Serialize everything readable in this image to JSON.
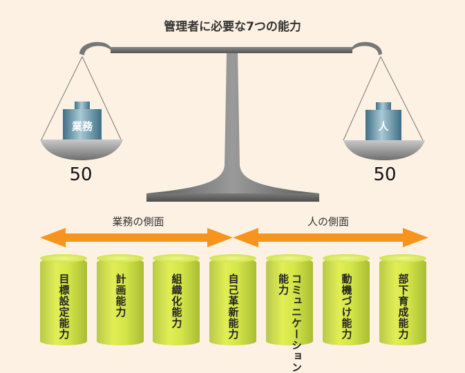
{
  "title": "管理者に必要な7つの能力",
  "left_weight": {
    "label": "業務",
    "score": "50"
  },
  "right_weight": {
    "label": "人",
    "score": "50"
  },
  "left_side_label": "業務の側面",
  "right_side_label": "人の側面",
  "abilities": [
    {
      "lines": [
        "目標設定能力"
      ]
    },
    {
      "lines": [
        "計画能力"
      ]
    },
    {
      "lines": [
        "組織化能力"
      ]
    },
    {
      "lines": [
        "自己革新能力"
      ]
    },
    {
      "lines": [
        "コミュニケーション",
        "能力"
      ]
    },
    {
      "lines": [
        "動機づけ能力"
      ]
    },
    {
      "lines": [
        "部下育成能力"
      ]
    }
  ],
  "colors": {
    "arrow": "#f7941d",
    "cylinder": "#d4e648",
    "beam": "#6b6b6b",
    "weight": "#5f8fa3"
  }
}
